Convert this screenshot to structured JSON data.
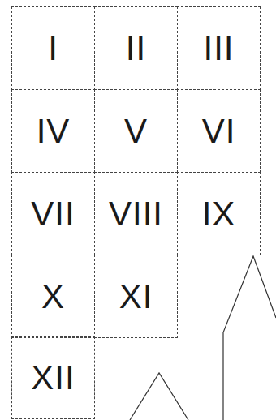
{
  "diagram": {
    "nodes": [
      {
        "text": [
          "I"
        ]
      },
      {
        "text": [
          "II"
        ]
      },
      {
        "text": [
          "III"
        ]
      },
      {
        "text": [
          "IV"
        ]
      },
      {
        "text": [
          "V"
        ]
      },
      {
        "text": [
          "VI"
        ]
      },
      {
        "text": [
          "VII"
        ]
      },
      {
        "text": [
          "VIII"
        ]
      },
      {
        "text": [
          "IX"
        ]
      },
      {
        "text": [
          "X"
        ]
      },
      {
        "text": [
          "XI"
        ]
      },
      {
        "text": [
          "XII"
        ]
      }
    ]
  }
}
